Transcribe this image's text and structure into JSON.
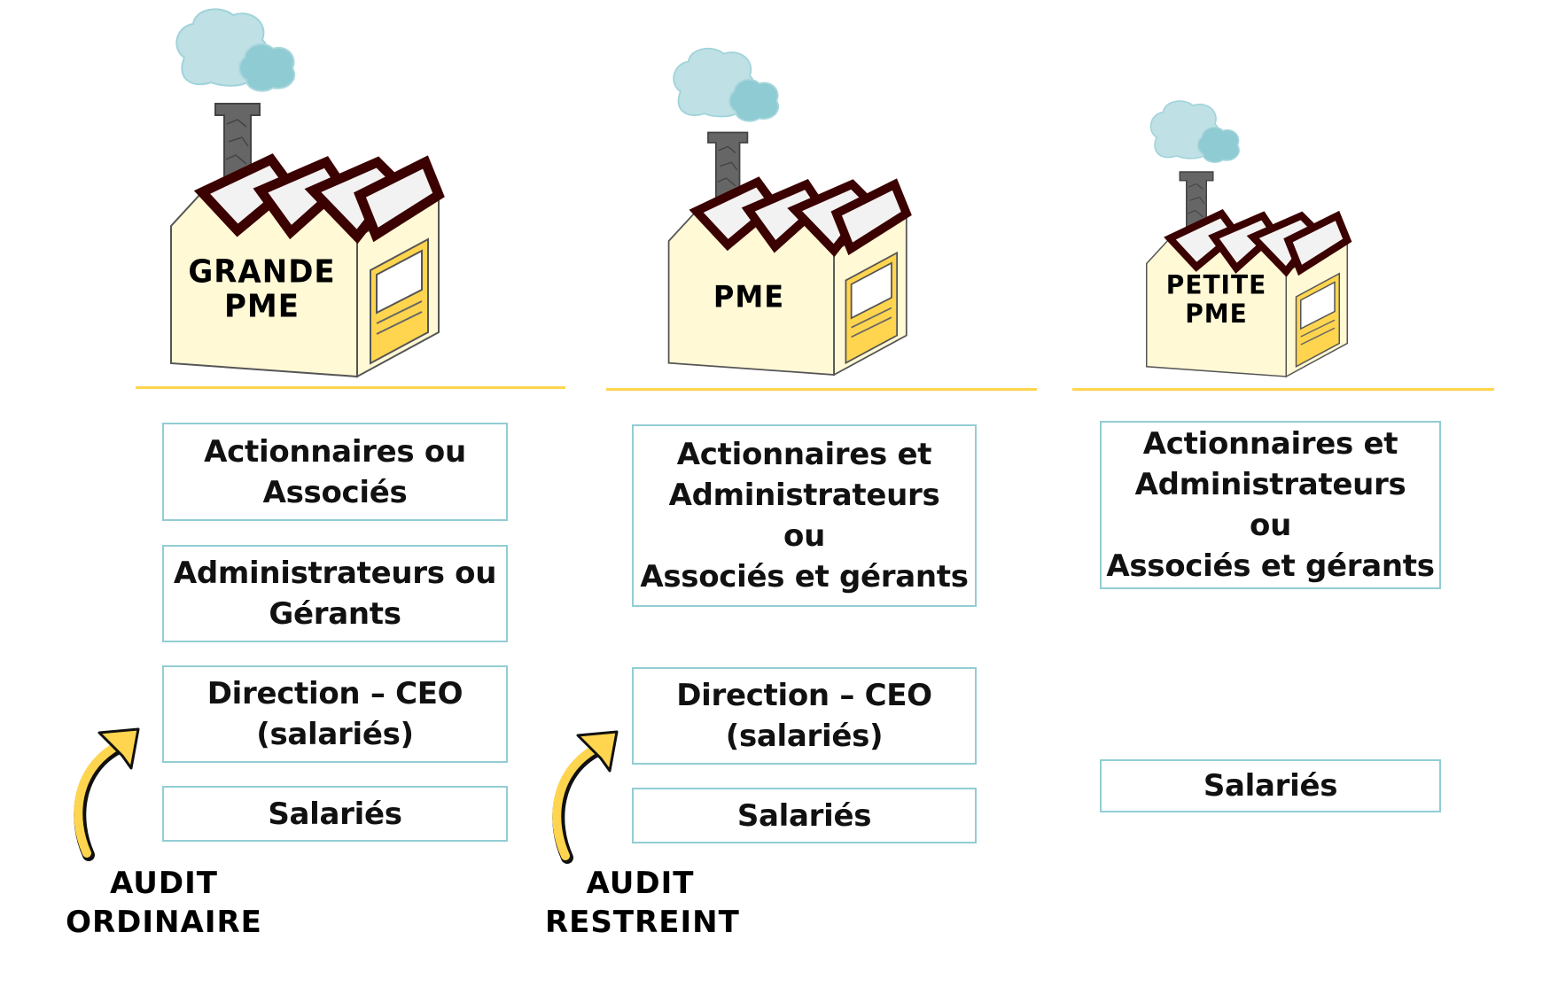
{
  "colors": {
    "separator": "#FFD54F",
    "box_border": "#92CDD3",
    "factory_wall": "#FFF9D6",
    "factory_roof": "#3B0000",
    "factory_door": "#FFD54F",
    "smoke_light": "#BFE0E5",
    "smoke_dark": "#8FCBD3",
    "chimney": "#666666",
    "arrow": "#FFD54F"
  },
  "columns": [
    {
      "id": "grande-pme",
      "factory_label": [
        "GRANDE",
        "PME"
      ],
      "boxes": [
        {
          "lines": [
            "Actionnaires ou",
            "Associés"
          ]
        },
        {
          "lines": [
            "Administrateurs ou",
            "Gérants"
          ]
        },
        {
          "lines": [
            "Direction – CEO",
            "(salariés)"
          ]
        },
        {
          "lines": [
            "Salariés"
          ]
        }
      ],
      "audit": {
        "icon": "curved-arrow-up-right-icon",
        "lines": [
          "AUDIT",
          "ORDINAIRE"
        ]
      }
    },
    {
      "id": "pme",
      "factory_label": [
        "PME"
      ],
      "boxes": [
        {
          "lines": [
            "Actionnaires et",
            "Administrateurs",
            "ou",
            "Associés et gérants"
          ]
        },
        {
          "lines": [
            "Direction – CEO",
            "(salariés)"
          ]
        },
        {
          "lines": [
            "Salariés"
          ]
        }
      ],
      "audit": {
        "icon": "curved-arrow-up-right-icon",
        "lines": [
          "AUDIT",
          "RESTREINT"
        ]
      }
    },
    {
      "id": "petite-pme",
      "factory_label": [
        "PETITE",
        "PME"
      ],
      "boxes": [
        {
          "lines": [
            "Actionnaires et",
            "Administrateurs",
            "ou",
            "Associés et gérants"
          ]
        },
        {
          "lines": [
            "Salariés"
          ]
        }
      ]
    }
  ]
}
